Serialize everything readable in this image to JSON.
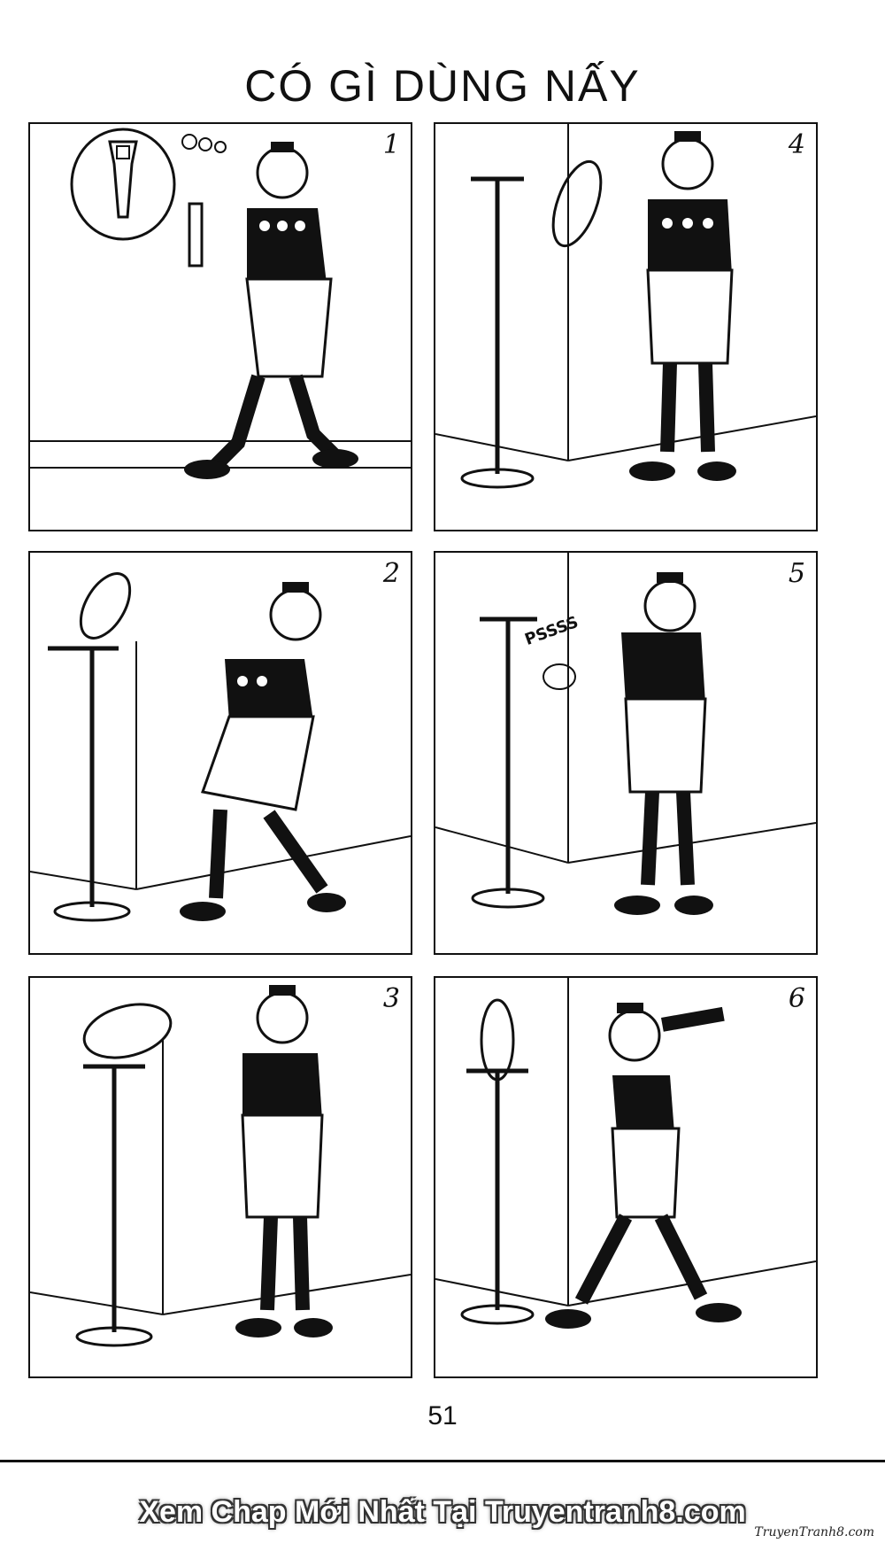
{
  "page": {
    "title": "CÓ GÌ DÙNG NẤY",
    "page_number": "51"
  },
  "panels": [
    {
      "number": "1"
    },
    {
      "number": "4"
    },
    {
      "number": "2"
    },
    {
      "number": "5",
      "sfx": "PSSSS"
    },
    {
      "number": "3"
    },
    {
      "number": "6"
    }
  ],
  "footer": {
    "banner": "Xem Chap Mới Nhất Tại Truyentranh8.com",
    "watermark": "TruyenTranh8.com"
  },
  "colors": {
    "ink": "#111111",
    "paper": "#ffffff"
  }
}
